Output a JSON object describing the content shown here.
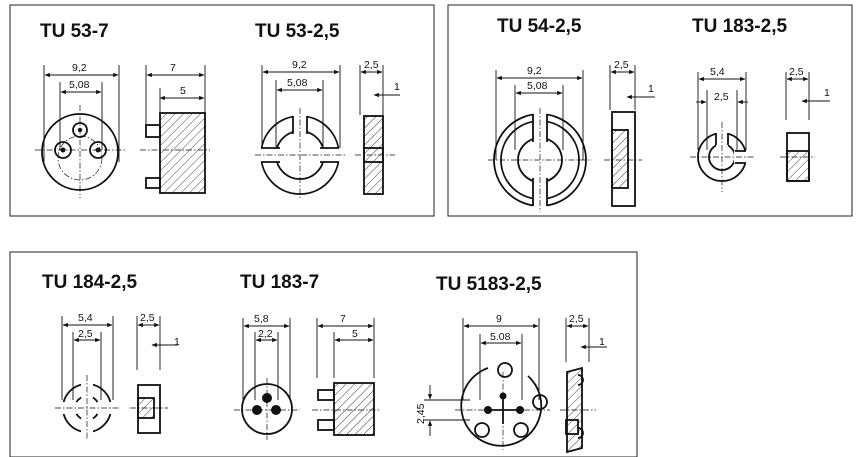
{
  "panels": [
    {
      "id": "p1",
      "parts": [
        {
          "name": "TU 53-7",
          "front_dims": [
            "9,2",
            "5,08"
          ],
          "side_dims": [
            "7",
            "5"
          ]
        },
        {
          "name": "TU 53-2,5",
          "front_dims": [
            "9,2",
            "5,08"
          ],
          "side_dims": [
            "2,5",
            "1"
          ]
        }
      ]
    },
    {
      "id": "p2",
      "parts": [
        {
          "name": "TU 54-2,5",
          "front_dims": [
            "9,2",
            "5,08"
          ],
          "side_dims": [
            "2,5",
            "1"
          ]
        },
        {
          "name": "TU 183-2,5",
          "front_dims": [
            "5,4",
            "2,5"
          ],
          "side_dims": [
            "2,5",
            "1"
          ]
        }
      ]
    },
    {
      "id": "p3",
      "parts": [
        {
          "name": "TU 184-2,5",
          "front_dims": [
            "5,4",
            "2,5"
          ],
          "side_dims": [
            "2,5",
            "1"
          ]
        },
        {
          "name": "TU 183-7",
          "front_dims": [
            "5,8",
            "2,2"
          ],
          "side_dims": [
            "7",
            "5"
          ]
        },
        {
          "name": "TU 5183-2,5",
          "front_dims": [
            "9",
            "5.08"
          ],
          "side_dims": [
            "2,5",
            "1"
          ],
          "vertical_dim": "2,45"
        }
      ]
    }
  ]
}
